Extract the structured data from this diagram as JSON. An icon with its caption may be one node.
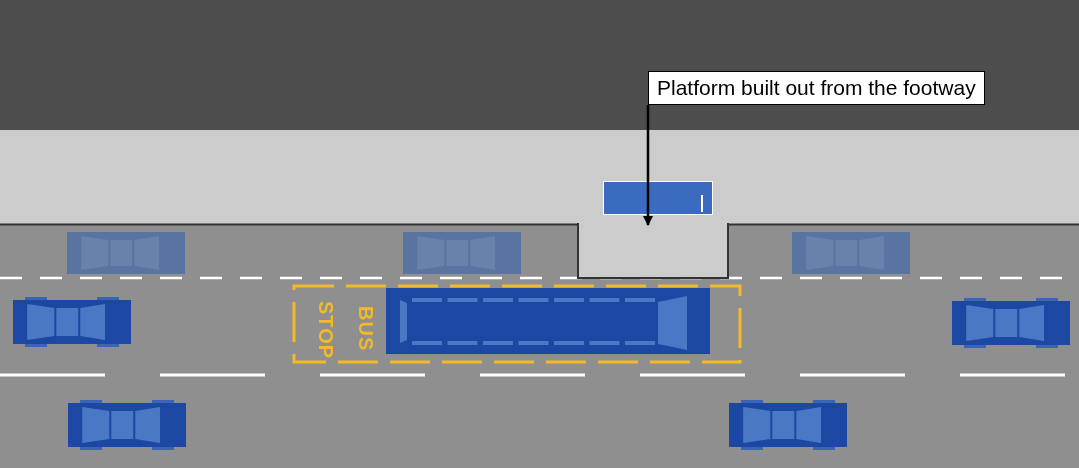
{
  "diagram": {
    "nodes": [
      {
        "text": [
          "Platform built out from the footway"
        ]
      },
      {
        "text": [],
        "shape": "box"
      }
    ],
    "edges": [
      {
        "from": 0,
        "to": 1,
        "arrow": "to"
      }
    ],
    "labels": [
      "BUS",
      "STOP"
    ]
  }
}
